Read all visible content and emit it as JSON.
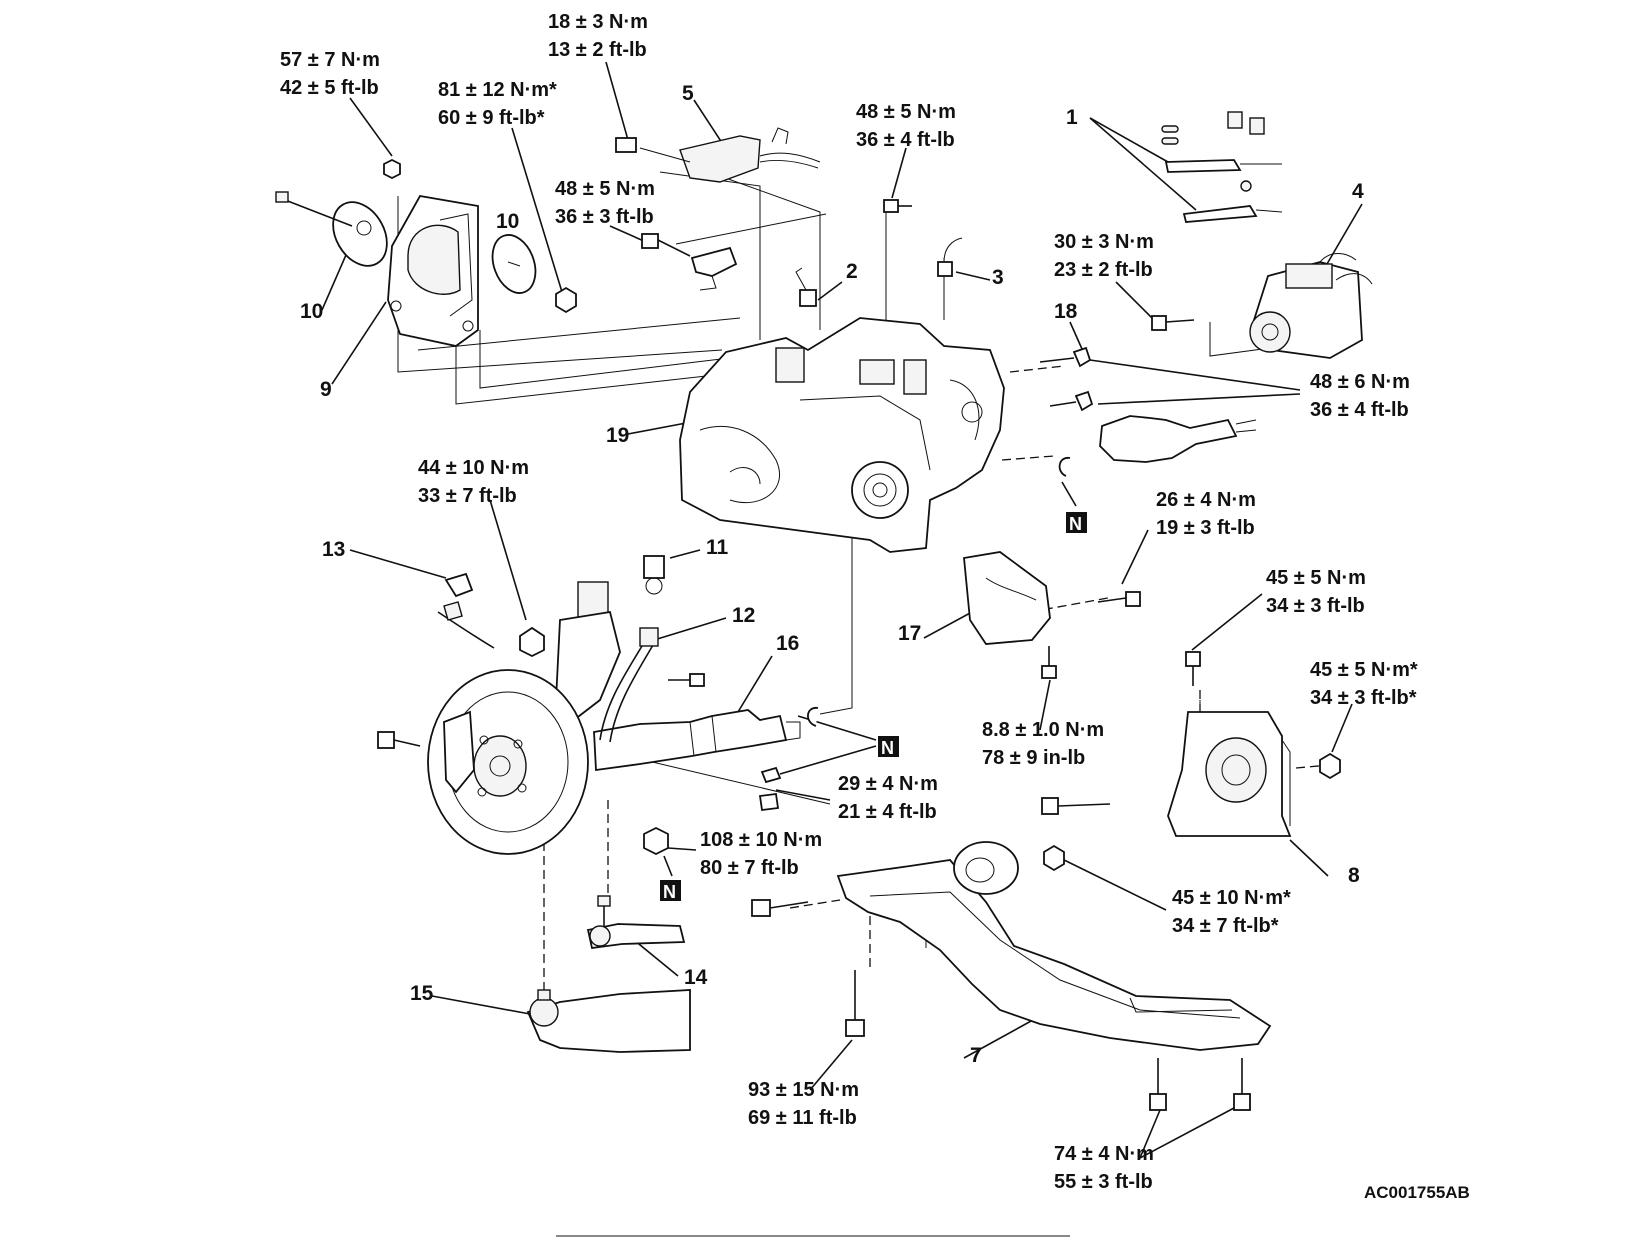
{
  "torques": {
    "t18_top": [
      "18 ± 3 N·m",
      "13 ± 2 ft-lb"
    ],
    "t57": [
      "57 ± 7 N·m",
      "42 ± 5 ft-lb"
    ],
    "t81": [
      "81 ± 12 N·m*",
      "60 ± 9 ft-lb*"
    ],
    "t48a": [
      "48 ± 5 N·m",
      "36 ± 4 ft-lb"
    ],
    "t48b": [
      "48 ± 5 N·m",
      "36 ± 3 ft-lb"
    ],
    "t30": [
      "30 ± 3 N·m",
      "23 ± 2 ft-lb"
    ],
    "t48c": [
      "48 ± 6 N·m",
      "36 ± 4 ft-lb"
    ],
    "t44": [
      "44 ± 10 N·m",
      "33 ± 7 ft-lb"
    ],
    "t26": [
      "26 ± 4 N·m",
      "19 ± 3 ft-lb"
    ],
    "t45a": [
      "45 ± 5 N·m",
      "34 ± 3 ft-lb"
    ],
    "t45b": [
      "45 ± 5 N·m*",
      "34 ± 3 ft-lb*"
    ],
    "t8_8": [
      "8.8 ± 1.0 N·m",
      "78 ± 9 in-lb"
    ],
    "t29": [
      "29 ± 4 N·m",
      "21 ± 4 ft-lb"
    ],
    "t108": [
      "108 ± 10 N·m",
      "80 ± 7 ft-lb"
    ],
    "t45c": [
      "45 ± 10 N·m*",
      "34 ± 7 ft-lb*"
    ],
    "t93": [
      "93 ± 15 N·m",
      "69 ± 11 ft-lb"
    ],
    "t74": [
      "74 ± 4 N·m",
      "55 ± 3 ft-lb"
    ]
  },
  "part_numbers": {
    "p1": "1",
    "p2": "2",
    "p3": "3",
    "p4": "4",
    "p5": "5",
    "p7": "7",
    "p8": "8",
    "p9": "9",
    "p10a": "10",
    "p10b": "10",
    "p11": "11",
    "p12": "12",
    "p13": "13",
    "p14": "14",
    "p15": "15",
    "p16": "16",
    "p17": "17",
    "p18": "18",
    "p19": "19"
  },
  "new_part_marker": "N",
  "figure_code": "AC001755AB"
}
